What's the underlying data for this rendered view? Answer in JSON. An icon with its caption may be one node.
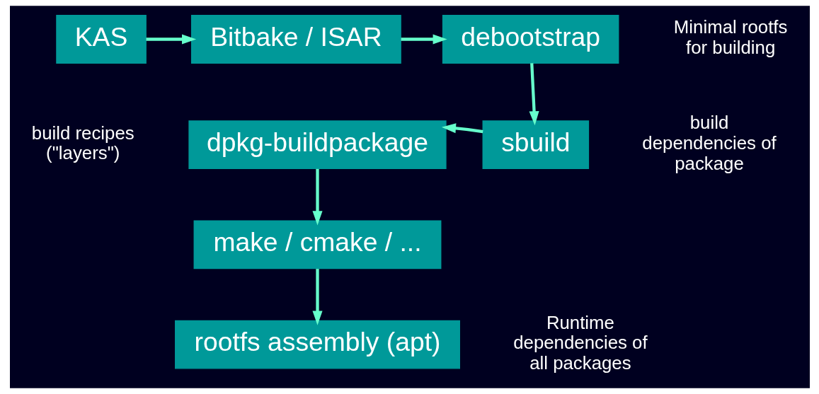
{
  "diagram": {
    "nodes": [
      {
        "text": [
          "KAS"
        ],
        "beside": [
          "build recipes (\"layers\")"
        ]
      },
      {
        "text": [
          "Bitbake / ISAR"
        ]
      },
      {
        "text": [
          "debootstrap"
        ],
        "beside": [
          "Minimal rootfs for building"
        ]
      },
      {
        "text": [
          "sbuild"
        ],
        "beside": [
          "build dependencies of package"
        ]
      },
      {
        "text": [
          "dpkg-buildpackage"
        ]
      },
      {
        "text": [
          "make / cmake / ..."
        ]
      },
      {
        "text": [
          "rootfs assembly (apt)"
        ],
        "beside": [
          "Runtime dependencies of all packages"
        ]
      }
    ],
    "edges": [
      {
        "from": 0,
        "to": 1,
        "arrow": "to"
      },
      {
        "from": 1,
        "to": 2,
        "arrow": "to"
      },
      {
        "from": 2,
        "to": 3,
        "arrow": "to"
      },
      {
        "from": 3,
        "to": 4,
        "arrow": "to"
      },
      {
        "from": 4,
        "to": 5,
        "arrow": "to"
      },
      {
        "from": 5,
        "to": 6,
        "arrow": "to"
      }
    ]
  }
}
